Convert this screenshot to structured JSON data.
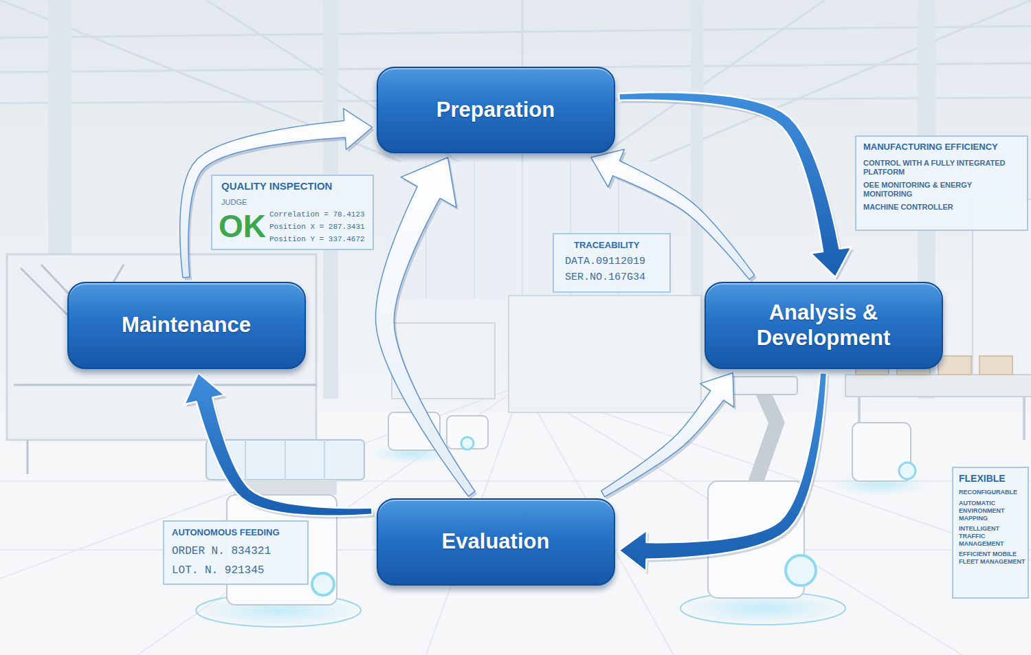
{
  "diagram": {
    "nodes": [
      {
        "text": [
          "Preparation"
        ]
      },
      {
        "text": [
          "Maintenance"
        ]
      },
      {
        "text": [
          "Analysis & Development"
        ]
      },
      {
        "text": [
          "Evaluation"
        ]
      }
    ],
    "edges": [
      {
        "from": 0,
        "to": 2,
        "arrow": "to"
      },
      {
        "from": 2,
        "to": 0,
        "arrow": "to"
      },
      {
        "from": 2,
        "to": 3,
        "arrow": "to"
      },
      {
        "from": 3,
        "to": 2,
        "arrow": "to"
      },
      {
        "from": 3,
        "to": 0,
        "arrow": "to"
      },
      {
        "from": 3,
        "to": 1,
        "arrow": "to"
      },
      {
        "from": 1,
        "to": 0,
        "arrow": "to"
      }
    ],
    "labels": [
      "QUALITY INSPECTION",
      "JUDGE",
      "OK",
      "Correlation = 78.4123",
      "Position X = 287.3431",
      "Position Y = 337.4672",
      "TRACEABILITY",
      "DATA.09112019",
      "SER.NO.167G34",
      "MANUFACTURING EFFICIENCY",
      "CONTROL WITH A FULLY INTEGRATED PLATFORM",
      "OEE MONITORING & ENERGY MONITORING",
      "MACHINE CONTROLLER",
      "AUTONOMOUS FEEDING",
      "ORDER N. 834321",
      "LOT. N. 921345",
      "FLEXIBLE",
      "RECONFIGURABLE",
      "AUTOMATIC ENVIRONMENT MAPPING",
      "INTELLIGENT TRAFFIC MANAGEMENT",
      "EFFICIENT MOBILE FLEET MANAGEMENT"
    ]
  }
}
